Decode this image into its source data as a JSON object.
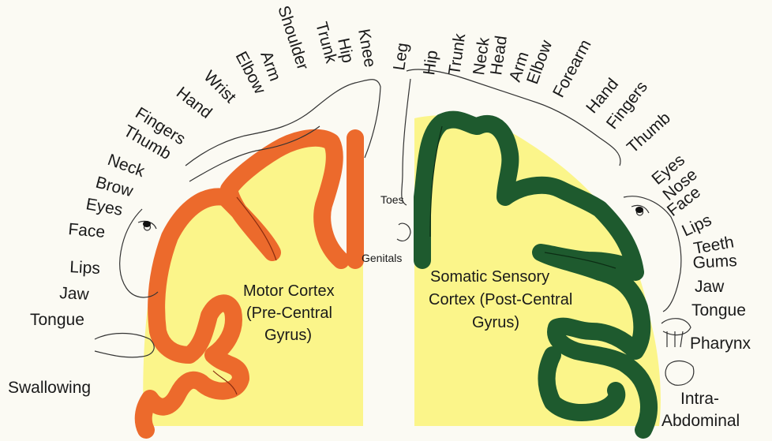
{
  "colors": {
    "background": "#fbfaf3",
    "cortex_fill": "#fbf58a",
    "motor_band": "#ec6a2c",
    "sensory_band": "#1e5a2e",
    "sketch": "#333333"
  },
  "motor": {
    "title": [
      "Motor Cortex",
      "(Pre-Central",
      "Gyrus)"
    ],
    "labels": [
      "Knee",
      "Hip",
      "Trunk",
      "Shoulder",
      "Arm",
      "Elbow",
      "Wrist",
      "Hand",
      "Fingers",
      "Thumb",
      "Neck",
      "Brow",
      "Eyes",
      "Face",
      "Lips",
      "Jaw",
      "Tongue",
      "Swallowing"
    ]
  },
  "sensory": {
    "title": [
      "Somatic Sensory",
      "Cortex (Post-Central",
      "Gyrus)"
    ],
    "labels": [
      "Leg",
      "Hip",
      "Trunk",
      "Neck",
      "Head",
      "Arm",
      "Elbow",
      "Forearm",
      "Hand",
      "Fingers",
      "Thumb",
      "Eyes",
      "Nose",
      "Face",
      "Lips",
      "Teeth",
      "Gums",
      "Jaw",
      "Tongue",
      "Pharynx",
      "Intra-",
      "Abdominal"
    ],
    "small_labels": [
      "Toes",
      "Genitals"
    ]
  }
}
